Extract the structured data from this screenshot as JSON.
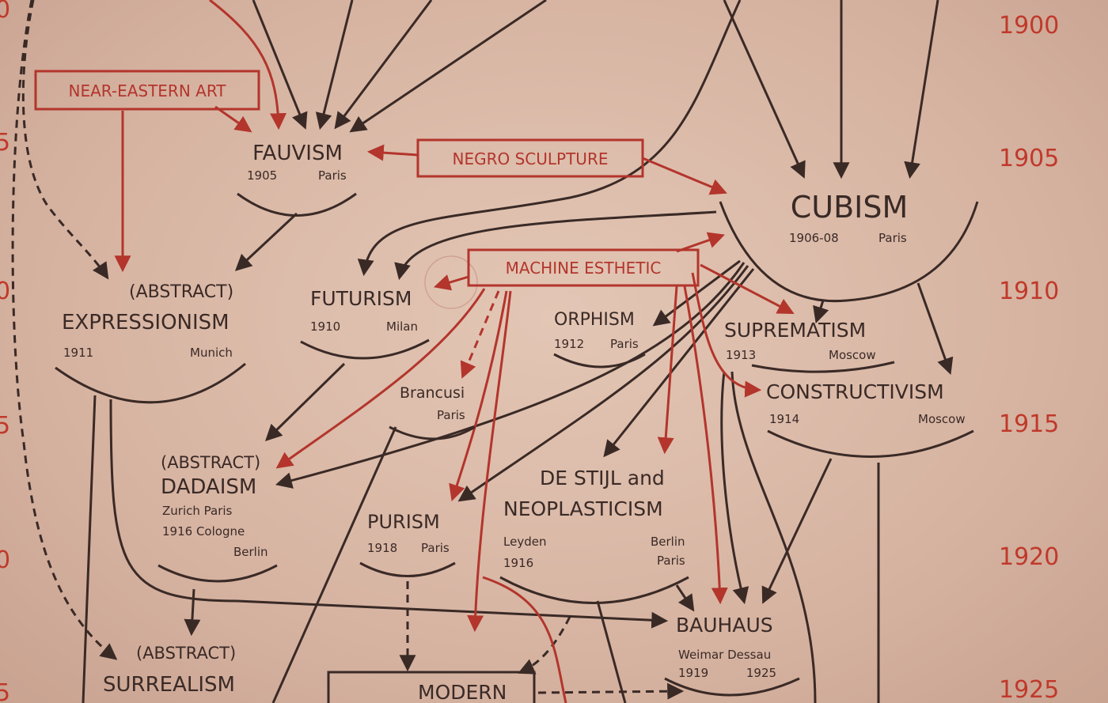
{
  "timeline": {
    "right_years": [
      "1900",
      "1905",
      "1910",
      "1915",
      "1920",
      "1925"
    ],
    "left_edge_digits": [
      "0",
      "5",
      "0",
      "5",
      "0",
      "5"
    ]
  },
  "influences": {
    "near_eastern_art": "NEAR-EASTERN ART",
    "negro_sculpture": "NEGRO SCULPTURE",
    "machine_esthetic": "MACHINE ESTHETIC"
  },
  "movements": {
    "fauvism": {
      "name": "FAUVISM",
      "year": "1905",
      "place": "Paris"
    },
    "cubism": {
      "name": "CUBISM",
      "year": "1906-08",
      "place": "Paris"
    },
    "abstract_expressionism": {
      "prefix": "(ABSTRACT)",
      "name": "EXPRESSIONISM",
      "year": "1911",
      "place": "Munich"
    },
    "futurism": {
      "name": "FUTURISM",
      "year": "1910",
      "place": "Milan"
    },
    "orphism": {
      "name": "ORPHISM",
      "year": "1912",
      "place": "Paris"
    },
    "suprematism": {
      "name": "SUPREMATISM",
      "year": "1913",
      "place": "Moscow"
    },
    "constructivism": {
      "name": "CONSTRUCTIVISM",
      "year": "1914",
      "place": "Moscow"
    },
    "brancusi": {
      "name": "Brancusi",
      "place": "Paris"
    },
    "abstract_dadaism": {
      "prefix": "(ABSTRACT)",
      "name": "DADAISM",
      "places1": "Zurich   Paris",
      "places2": "1916  Cologne",
      "places3": "Berlin"
    },
    "de_stijl": {
      "name1": "DE STIJL and",
      "name2": "NEOPLASTICISM",
      "left1": "Leyden",
      "left2": "1916",
      "right1": "Berlin",
      "right2": "Paris"
    },
    "purism": {
      "name": "PURISM",
      "year": "1918",
      "place": "Paris"
    },
    "bauhaus": {
      "name": "BAUHAUS",
      "places": "Weimar  Dessau",
      "years": "1919          1925"
    },
    "abstract_surrealism": {
      "prefix": "(ABSTRACT)",
      "name": "SURREALISM"
    },
    "modern": {
      "name": "MODERN"
    }
  }
}
